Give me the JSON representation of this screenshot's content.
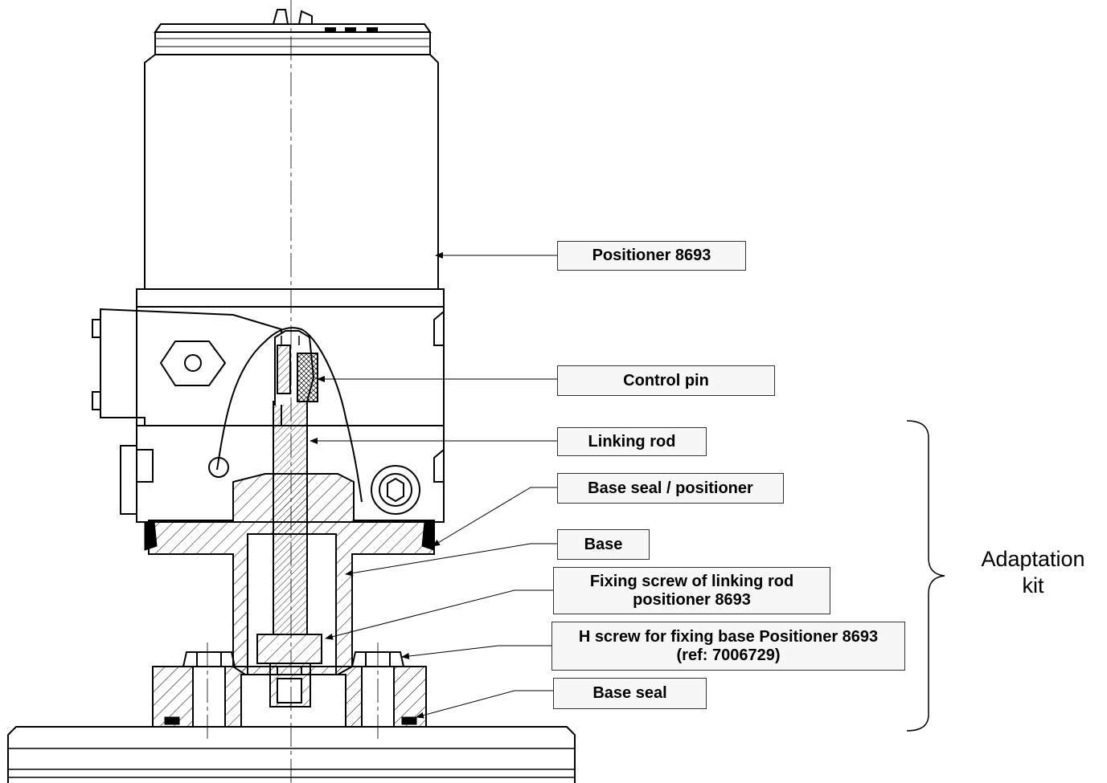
{
  "callouts": [
    {
      "id": "positioner",
      "text": "Positioner 8693"
    },
    {
      "id": "control_pin",
      "text": "Control pin"
    },
    {
      "id": "linking_rod",
      "text": "Linking rod"
    },
    {
      "id": "base_seal_positioner",
      "text": "Base seal / positioner"
    },
    {
      "id": "base",
      "text": "Base"
    },
    {
      "id": "fixing_screw",
      "text": "Fixing screw of linking rod positioner 8693"
    },
    {
      "id": "h_screw",
      "text": "H screw for fixing base Positioner 8693 (ref: 7006729)"
    },
    {
      "id": "base_seal",
      "text": "Base seal"
    }
  ],
  "bracket": {
    "label_line1": "Adaptation",
    "label_line2": "kit"
  }
}
